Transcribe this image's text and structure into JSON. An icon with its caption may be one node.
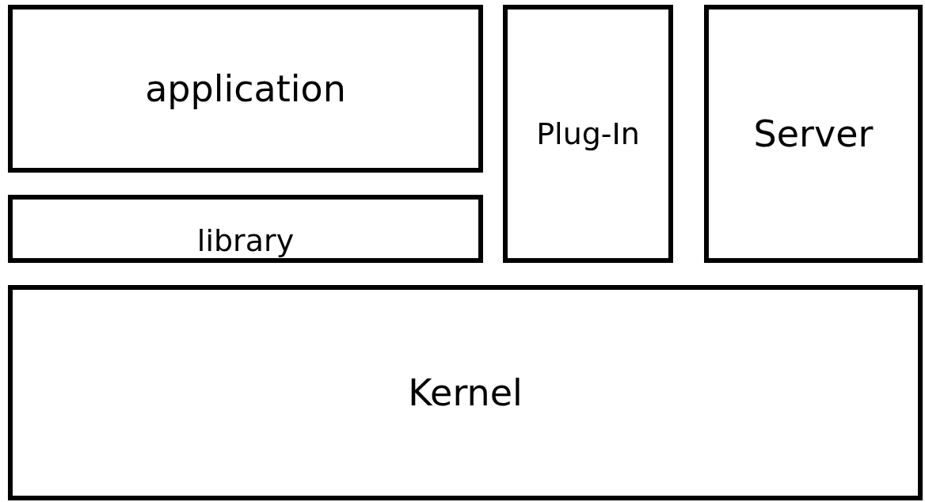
{
  "diagram": {
    "nodes": [
      {
        "text": [
          "application"
        ]
      },
      {
        "text": [
          "library"
        ]
      },
      {
        "text": [
          "Plug-In"
        ]
      },
      {
        "text": [
          "Server"
        ]
      },
      {
        "text": [
          "Kernel"
        ]
      }
    ]
  }
}
